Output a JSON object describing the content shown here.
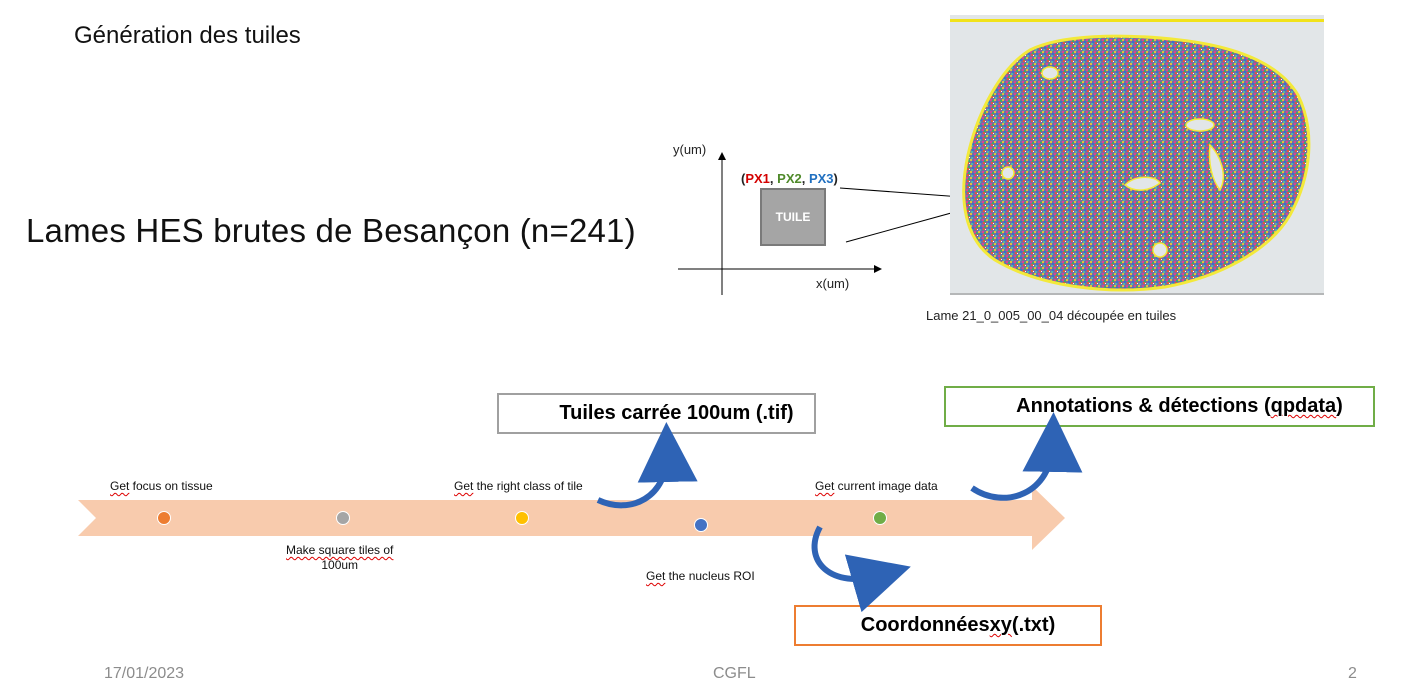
{
  "slide_title": "Génération des tuiles",
  "main_heading": "Lames HES brutes de Besançon (n=241)",
  "diagram": {
    "y_axis_label": "y(um)",
    "x_axis_label": "x(um)",
    "px_open": "(",
    "px1": "PX1",
    "sep1": ", ",
    "px2": "PX2",
    "sep2": ", ",
    "px3": "PX3",
    "px_close": ")",
    "tile_label": "TUILE",
    "image_caption": "Lame 21_0_005_00_04 découpée en tuiles"
  },
  "outputs": {
    "tif": "Tuiles carrée 100um (.tif)",
    "qpdata_prefix": "Annotations & détections (",
    "qpdata_word": "qpdata",
    "qpdata_suffix": ")",
    "xy_prefix": "Coordonnées ",
    "xy_word": "xy",
    "xy_suffix": " (.txt)"
  },
  "timeline": {
    "steps": [
      {
        "word1": "Get",
        "rest": " focus on tissue",
        "color": "#ed7d31"
      },
      {
        "word1": "Make square tiles of",
        "rest": "100um",
        "color": "#a5a5a5"
      },
      {
        "word1": "Get",
        "rest": " the right class of tile",
        "color": "#ffc000"
      },
      {
        "word1": "Get",
        "rest": " the nucleus ROI",
        "color": "#4472c4"
      },
      {
        "word1": "Get",
        "rest": " current image data",
        "color": "#70ad47"
      }
    ]
  },
  "colors": {
    "arrow_fill": "#f8cbad",
    "curved_arrow": "#2e63b5",
    "tile_gray": "#a5a5a5"
  },
  "footer": {
    "date": "17/01/2023",
    "center": "CGFL",
    "page_number": "2"
  }
}
